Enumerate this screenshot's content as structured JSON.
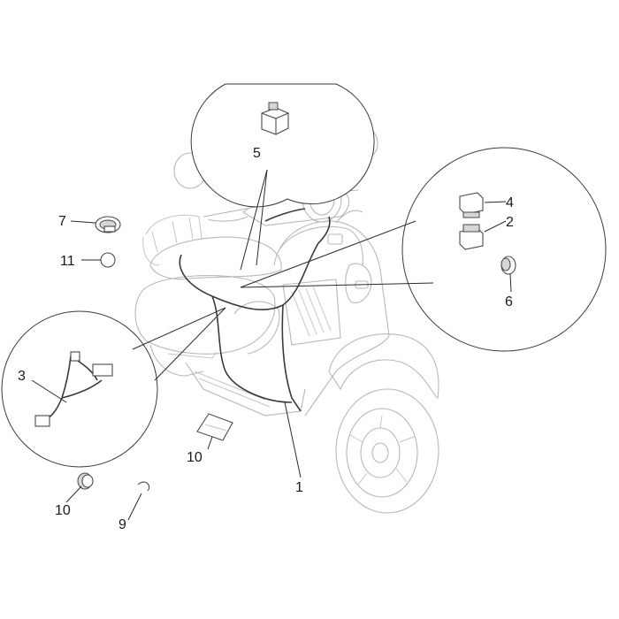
{
  "callouts": {
    "c1": "1",
    "c2": "2",
    "c3": "3",
    "c4": "4",
    "c5": "5",
    "c6": "6",
    "c7": "7",
    "c8": "9",
    "c9": "10",
    "c10": "10",
    "c11": "11"
  },
  "colors": {
    "line": "#2a2a2a",
    "scooter_outline": "#b8b8b8",
    "part": "#4a4a4a"
  }
}
